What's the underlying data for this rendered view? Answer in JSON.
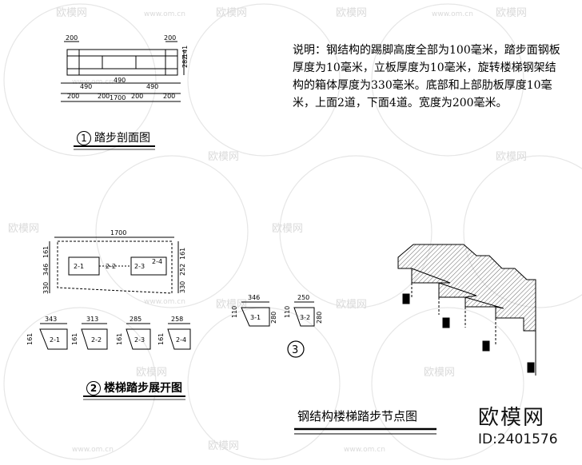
{
  "watermark": {
    "brand": "欧模网",
    "domain": "www.om.cn"
  },
  "note": {
    "text": "说明：钢结构的踢脚高度全部为100毫米，踏步面钢板厚度为10毫米，立板厚度为10毫米，旋转楼梯钢架结构的箱体厚度为330毫米。底部和上部肋板厚度10毫米，上面2道，下面4道。宽度为200毫米。"
  },
  "section": {
    "number": "1",
    "caption": "踏步剖面图",
    "dims": {
      "top": "200",
      "right_top": "200",
      "right_a": "282",
      "right_b": "141",
      "mid_a": "490",
      "mid_b": "490",
      "mid_c": "490",
      "bot_a": "200",
      "bot_b": "200",
      "bot_c": "200",
      "bot_d": "200",
      "total": "1700"
    }
  },
  "unfold": {
    "number": "2",
    "caption": "楼梯踏步展开图",
    "dims": {
      "total": "1700",
      "left_a": "161",
      "left_b": "346",
      "left_c": "330",
      "right_a": "161",
      "right_b": "252",
      "right_c": "330"
    },
    "labels": [
      "2-1",
      "2-2",
      "2-3",
      "2-4"
    ],
    "parts": [
      {
        "label": "2-1",
        "w": "343",
        "h": "161"
      },
      {
        "label": "2-2",
        "w": "313",
        "h": "161"
      },
      {
        "label": "2-3",
        "w": "285",
        "h": "161"
      },
      {
        "label": "2-4",
        "w": "258",
        "h": "161"
      }
    ]
  },
  "node": {
    "number": "3",
    "parts": [
      {
        "label": "3-1",
        "w": "346",
        "h": "280",
        "side": "110"
      },
      {
        "label": "3-2",
        "w": "250",
        "h": "280",
        "side": "110"
      }
    ],
    "title": "钢结构楼梯踏步节点图"
  },
  "brand": {
    "name": "欧模网",
    "id": "ID:2401576"
  }
}
